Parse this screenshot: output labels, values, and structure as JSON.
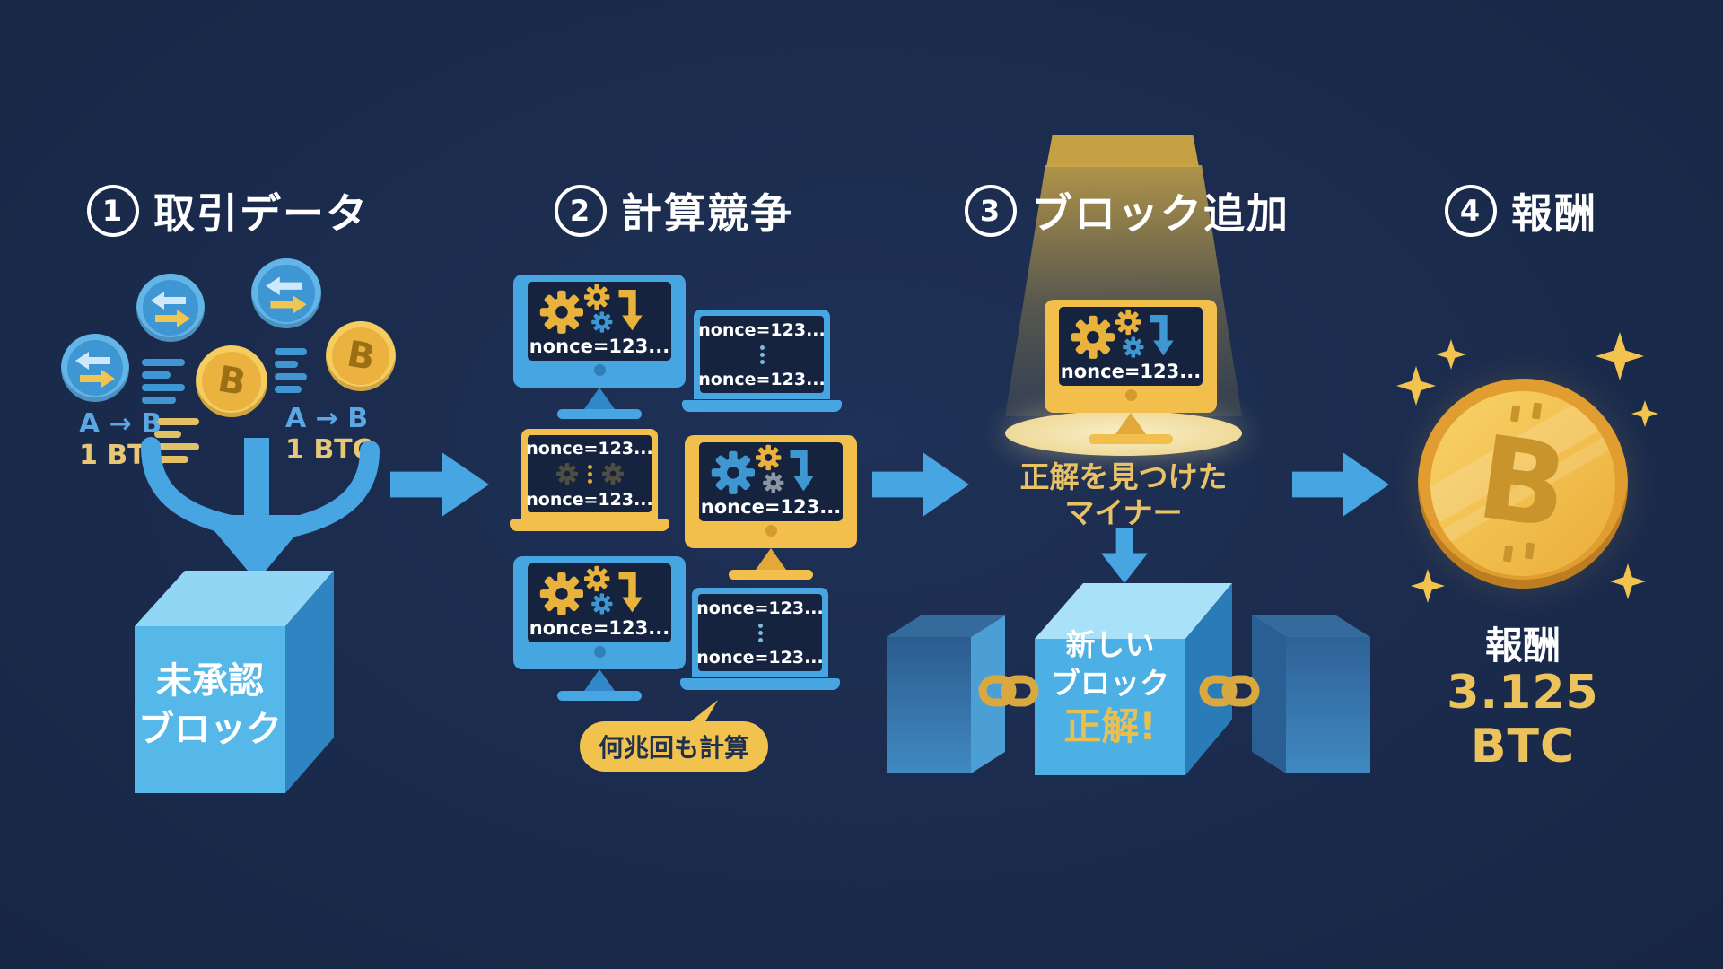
{
  "colors": {
    "background": "#1b2b4d",
    "accent_blue": "#47a5e2",
    "accent_gold": "#f2bf4d",
    "gold_text": "#e9c266",
    "screen_navy": "#16233f",
    "white": "#ffffff"
  },
  "steps": [
    {
      "num": "1",
      "label": "取引データ"
    },
    {
      "num": "2",
      "label": "計算競争"
    },
    {
      "num": "3",
      "label": "ブロック追加"
    },
    {
      "num": "4",
      "label": "報酬"
    }
  ],
  "step1": {
    "tx_from_to": "A → B",
    "tx_amount": "1 BTC",
    "block_line1": "未承認",
    "block_line2": "ブロック"
  },
  "step2": {
    "nonce": "nonce=123...",
    "bubble": "何兆回も計算"
  },
  "step3": {
    "winner_line1": "正解を見つけた",
    "winner_line2": "マイナー",
    "new_block_line1": "新しい",
    "new_block_line2": "ブロック",
    "new_block_line3": "正解!"
  },
  "step4": {
    "btc_letter": "B",
    "reward_label": "報酬",
    "reward_amount": "3.125 BTC"
  }
}
